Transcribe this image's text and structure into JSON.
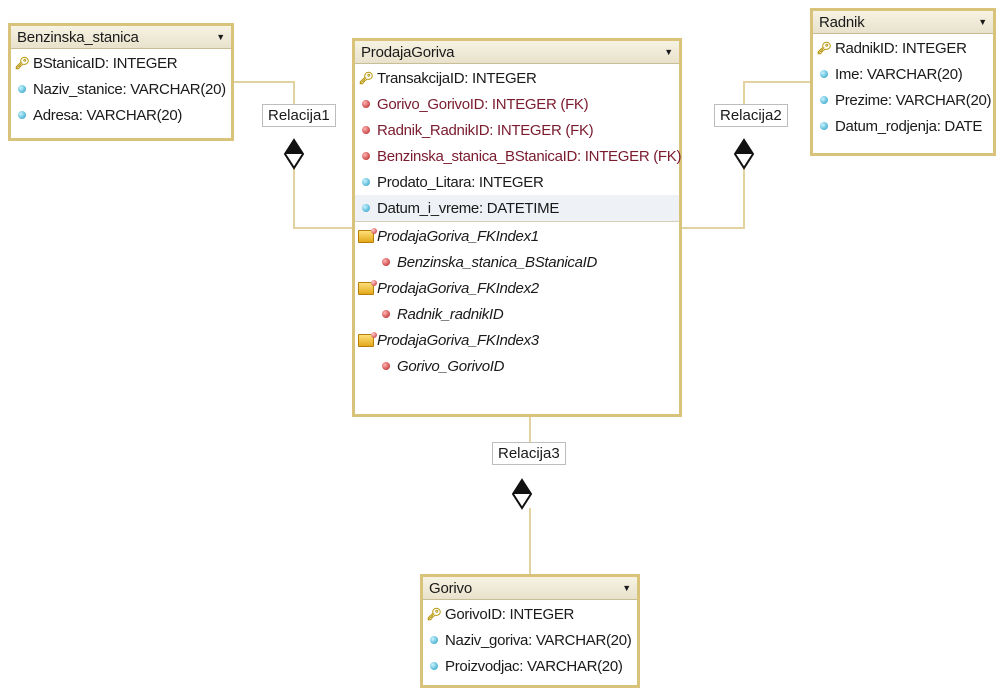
{
  "entities": {
    "benzinska_stanica": {
      "title": "Benzinska_stanica",
      "attributes": [
        {
          "text": "BStanicaID: INTEGER",
          "kind": "pk"
        },
        {
          "text": "Naziv_stanice: VARCHAR(20)",
          "kind": "attr"
        },
        {
          "text": "Adresa: VARCHAR(20)",
          "kind": "attr"
        }
      ]
    },
    "prodaja_goriva": {
      "title": "ProdajaGoriva",
      "attributes": [
        {
          "text": "TransakcijaID: INTEGER",
          "kind": "pk"
        },
        {
          "text": "Gorivo_GorivoID: INTEGER (FK)",
          "kind": "fk"
        },
        {
          "text": "Radnik_RadnikID: INTEGER (FK)",
          "kind": "fk"
        },
        {
          "text": "Benzinska_stanica_BStanicaID: INTEGER (FK)",
          "kind": "fk"
        },
        {
          "text": "Prodato_Litara: INTEGER",
          "kind": "attr"
        },
        {
          "text": "Datum_i_vreme: DATETIME",
          "kind": "attr"
        }
      ],
      "indexes": [
        {
          "name": "ProdajaGoriva_FKIndex1",
          "column": "Benzinska_stanica_BStanicaID"
        },
        {
          "name": "ProdajaGoriva_FKIndex2",
          "column": "Radnik_radnikID"
        },
        {
          "name": "ProdajaGoriva_FKIndex3",
          "column": "Gorivo_GorivoID"
        }
      ]
    },
    "radnik": {
      "title": "Radnik",
      "attributes": [
        {
          "text": "RadnikID: INTEGER",
          "kind": "pk"
        },
        {
          "text": "Ime: VARCHAR(20)",
          "kind": "attr"
        },
        {
          "text": "Prezime: VARCHAR(20)",
          "kind": "attr"
        },
        {
          "text": "Datum_rodjenja: DATE",
          "kind": "attr"
        }
      ]
    },
    "gorivo": {
      "title": "Gorivo",
      "attributes": [
        {
          "text": "GorivoID: INTEGER",
          "kind": "pk"
        },
        {
          "text": "Naziv_goriva: VARCHAR(20)",
          "kind": "attr"
        },
        {
          "text": "Proizvodjac: VARCHAR(20)",
          "kind": "attr"
        }
      ]
    }
  },
  "relations": {
    "relacija1": "Relacija1",
    "relacija2": "Relacija2",
    "relacija3": "Relacija3"
  },
  "colors": {
    "entity_border": "#d9c27a",
    "connector_line": "#e2d2a0",
    "fk_text": "#7a1b2e",
    "key_icon": "#b8960c"
  },
  "icons": {
    "primary_key": "key-icon",
    "foreign_key": "red-diamond-icon",
    "attribute": "cyan-diamond-icon",
    "index": "folder-index-icon",
    "header_menu": "dropdown-triangle-icon",
    "relation_end": "black-diamond-icon"
  }
}
